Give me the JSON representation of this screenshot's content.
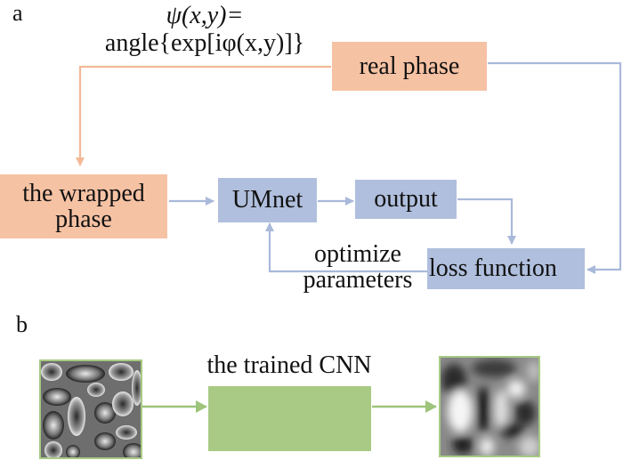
{
  "panel_a": {
    "label": "a",
    "formula_line1": "ψ(x,y)=",
    "formula_line2": "angle{exp[iφ(x,y)]}",
    "nodes": {
      "real_phase": "real phase",
      "wrapped_phase_line1": "the wrapped",
      "wrapped_phase_line2": "phase",
      "umnet": "UMnet",
      "output": "output",
      "loss_function": "loss function"
    },
    "edge_label_line1": "optimize",
    "edge_label_line2": "parameters"
  },
  "panel_b": {
    "label": "b",
    "cnn_label": "the trained CNN",
    "input_image": "wrapped-phase-pattern",
    "output_image": "unwrapped-phase-result"
  },
  "colors": {
    "orange_fill": "#f6c2a4",
    "orange_line": "#f4b896",
    "blue_fill": "#b0bfdd",
    "blue_line": "#a9b9da",
    "green_fill": "#a8ca84",
    "green_line": "#9dc47a"
  }
}
